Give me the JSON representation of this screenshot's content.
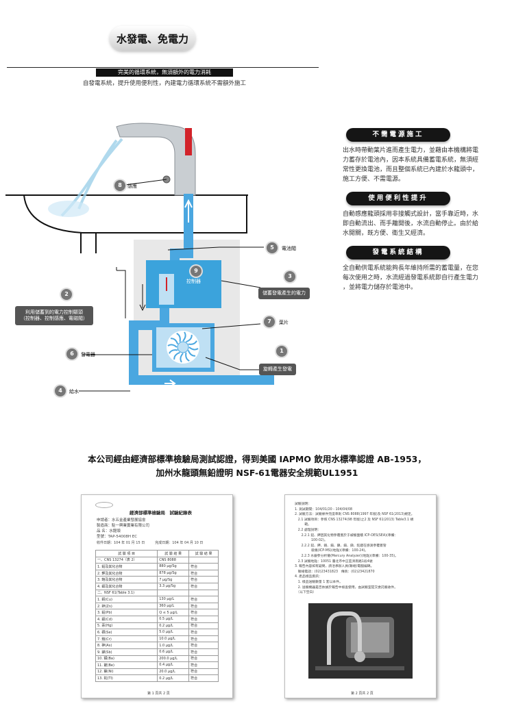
{
  "header": {
    "title": "水發電、免電力",
    "banner": "完美的循環系統，無須額外的電力消耗",
    "subtitle": "自發電系統，提升使用便利性，內建電力循環系統不需額外施工"
  },
  "features": [
    {
      "title": "不需電源施工",
      "text": [
        "出水時帶動葉片進而產生電力，並藉由本機構將電",
        "力蓄存於電池內，因本系統具備蓄電系統，無須經",
        "常性更換電池，而且整個系統已內建於水龍頭中，",
        "施工方便、不需電源。"
      ]
    },
    {
      "title": "使用便利性提升",
      "text": [
        "自動感應龍頭採用非接觸式設計，當手靠近時，水",
        "即自動流出、而手離開後，水流自動停止。由於給",
        "水開關，既方便、衛生又經濟。"
      ]
    },
    {
      "title": "發電系統結構",
      "text": [
        "全自動供電系統能夠長年維持所需的蓄電量，在您",
        "每次使用之時，水流經過發電系統即自行產生電力",
        "，並將電力儲存於電池中。"
      ]
    }
  ],
  "diagram": {
    "n1": "1",
    "n2": "2",
    "n3": "3",
    "n4": "4",
    "n5": "5",
    "n6": "6",
    "n7": "7",
    "n8": "8",
    "n9": "9",
    "sensor": "感應",
    "battery": "電池閥",
    "controller": "控制器",
    "stored_power": "儲蓄發電產生的電力",
    "use_power_line1": "利用儲蓄到的電力控制驅頭",
    "use_power_line2": "（控制器、控制感應、電磁閥）",
    "blade": "葉片",
    "generator": "發電器",
    "rotate": "旋轉產生發電",
    "inlet": "給水"
  },
  "certification": {
    "line1": "本公司經由經濟部標準檢驗局測試認證，得到美國 IAPMO 飲用水標準認證 AB-1953，",
    "line2": "加州水龍頭無鉛證明 NSF-61電器安全規範UL1951"
  },
  "doc1": {
    "heading": "經濟部標準檢驗局　試驗紀錄表",
    "meta": [
      "申請者：水五金產業發展協會",
      "製造商：駐一興業實業有限公司",
      "品 名：水龍頭",
      "型號：TAP-54008H EC",
      "收件日期：104 年 01 月 15 日　　　完成日期：104 年 04 月 10 日"
    ],
    "cols": [
      "試 驗 項 目",
      "試 驗 結 果",
      "試 驗 結 果"
    ],
    "rows": [
      [
        "一、CNS 13274（表 2）",
        "CNS 8088",
        ""
      ],
      [
        "1. 鉛及其化合物",
        "880 μg/Sg",
        "符合"
      ],
      [
        "2. 鉀及其化合物",
        "878 μg/Sg",
        "符合"
      ],
      [
        "3. 鉻及其化合物",
        "7 μg/Sg",
        "符合"
      ],
      [
        "4. 鎘及其化合物",
        "3.3 μg/Sg",
        "符合"
      ],
      [
        "二、NSF 61(Table 3.1)",
        "",
        ""
      ],
      [
        "1. 銅(Cu)",
        "130 μg/L",
        "符合"
      ],
      [
        "2. 鋅(Zn)",
        "360 μg/L",
        "符合"
      ],
      [
        "3. 鉛(Pb)",
        "Q ≤ 5 μg/L",
        "符合"
      ],
      [
        "4. 鎘(Cd)",
        "0.5 μg/L",
        "符合"
      ],
      [
        "5. 汞(Hg)",
        "0.2 μg/L",
        "符合"
      ],
      [
        "6. 硒(Se)",
        "5.0 μg/L",
        "符合"
      ],
      [
        "7. 鉻(Cr)",
        "10.0 μg/L",
        "符合"
      ],
      [
        "8. 砷(As)",
        "1.0 μg/L",
        "符合"
      ],
      [
        "9. 銻(Sb)",
        "0.6 μg/L",
        "符合"
      ],
      [
        "10. 鋇(Ba)",
        "200.0 μg/L",
        "符合"
      ],
      [
        "11. 鈹(Be)",
        "0.4 μg/L",
        "符合"
      ],
      [
        "12. 鎳(Ni)",
        "20.0 μg/L",
        "符合"
      ],
      [
        "13. 鉈(Tl)",
        "0.2 μg/L",
        "符合"
      ]
    ],
    "footer": "第 1 頁共 2 頁"
  },
  "doc2": {
    "lines": [
      "試驗說明：",
      "1. 測試期間：104/01/20 - 104/04/08",
      "2. 試驗方法：試驗條件完度準則 CNS 8088(1997 年版)及 NSF 61(2013)規定。",
      "　2.1 試驗項目：參照 CNS 13274(98 年版)之2 及 NSF 61(2013) Table3.1 規",
      "　　　範。",
      "　2.2 處理說明：",
      "　　2.2.1 鉛、鉀因其化物參覆蓋於于被驗面積 ICP-OES(SEA)(準備：",
      "　　　　　100-02)。",
      "　　2.2.2 鉛、鉀、鉻、鎘、鎳、鎘、銻、鉈銦在感測參覆蓋管",
      "　　　　　吸儀(ICP-MS)(地點)(準備：100-24)。",
      "　　2.2.3 水銀參分析儀(Mercury Analyzer)(地點)(準備：100-35)。",
      "　2.3 試驗地點：10051 臺北市中正區濟南路1段4號",
      "3. 報告內容如有疑問，請洽承辦人員(聯絡)電腦編碼。",
      "　聯絡電話：(02)23431823　傳真：(02)23421870",
      "4. 產品樣品資訊：",
      "　1. 樣品送驗數量 1 套以本件。",
      "　2. 送驗機器是否依據於報告中檢查使用，由試驗室提交委託驗收件。",
      "　（以下空白）"
    ],
    "footer": "第 2 頁共 2 頁"
  },
  "colors": {
    "pipe": "#4aa7e0",
    "panel": "#3ba3dc",
    "dark": "#151515",
    "red": "#d2232a"
  }
}
